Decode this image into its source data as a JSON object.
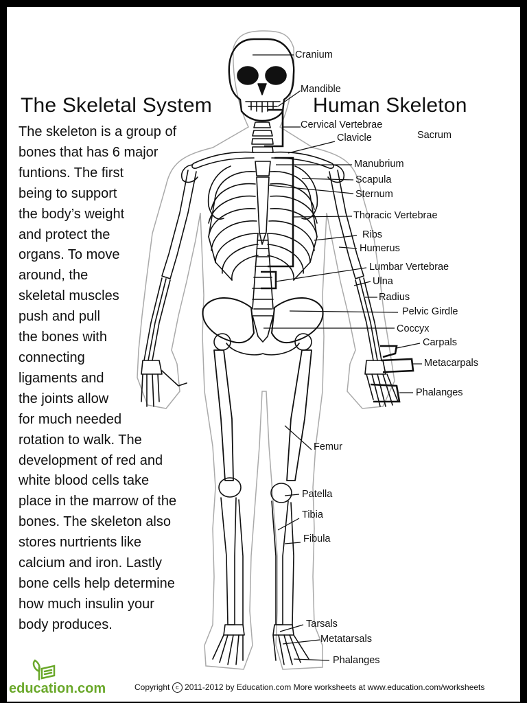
{
  "titles": {
    "left": "The Skeletal System",
    "right": "Human Skeleton"
  },
  "paragraph_lines": [
    "The skeleton is a group of",
    "bones that has 6 major",
    "funtions. The first",
    "being to support",
    "the body’s weight",
    "and protect the",
    "organs. To move",
    "around, the",
    "skeletal muscles",
    "push and pull",
    "the bones with",
    "connecting",
    "ligaments and",
    "the joints allow",
    "for much needed",
    "rotation to walk. The",
    "development of red and",
    "white blood cells take",
    "place in the marrow of the",
    "bones. The skeleton also",
    "stores nurtrients like",
    "calcium and iron. Lastly",
    "bone cells help determine",
    "how much insulin your",
    "body produces."
  ],
  "labels": {
    "cranium": "Cranium",
    "mandible": "Mandible",
    "cervical_vertebrae": "Cervical Vertebrae",
    "clavicle": "Clavicle",
    "sacrum": "Sacrum",
    "manubrium": "Manubrium",
    "scapula": "Scapula",
    "sternum": "Sternum",
    "thoracic_vertebrae": "Thoracic Vertebrae",
    "ribs": "Ribs",
    "humerus": "Humerus",
    "lumbar_vertebrae": "Lumbar Vertebrae",
    "ulna": "Ulna",
    "radius": "Radius",
    "pelvic_girdle": "Pelvic Girdle",
    "coccyx": "Coccyx",
    "carpals": "Carpals",
    "metacarpals": "Metacarpals",
    "phalanges_hand": "Phalanges",
    "femur": "Femur",
    "patella": "Patella",
    "tibia": "Tibia",
    "fibula": "Fibula",
    "tarsals": "Tarsals",
    "metatarsals": "Metatarsals",
    "phalanges_foot": "Phalanges"
  },
  "logo": {
    "text": "education.com",
    "color": "#6aa82a"
  },
  "footer": {
    "copyright_word": "Copyright",
    "copyright_symbol": "c",
    "rest": "2011-2012 by Education.com  More worksheets at www.education.com/worksheets"
  }
}
